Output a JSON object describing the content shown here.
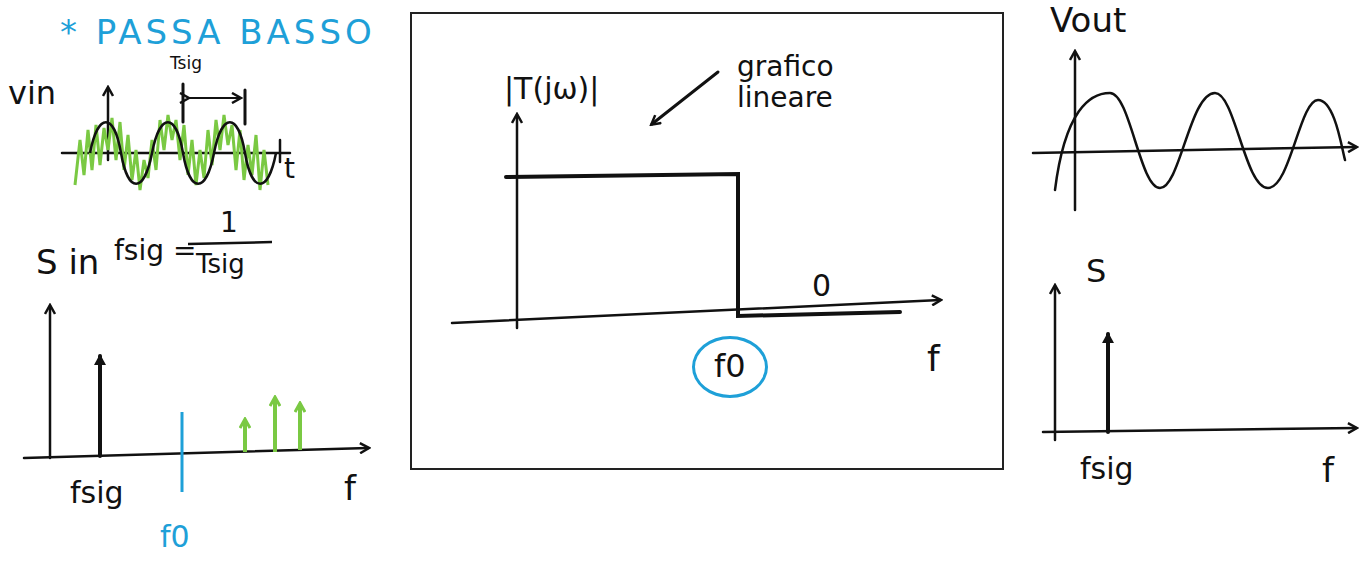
{
  "diagram": {
    "nodes": [
      {
        "text": [
          "|T(jω)|",
          "grafico lineare",
          "0",
          "f"
        ]
      },
      {
        "text": [
          "f0"
        ],
        "in": 0
      }
    ],
    "labels": [
      "* PASSA BASSO",
      "vin",
      "Tsig",
      "t",
      "S in",
      "fsig =",
      "1",
      "Tsig",
      "fsig",
      "f0",
      "f",
      "Vout",
      "S",
      "fsig",
      "f"
    ]
  }
}
